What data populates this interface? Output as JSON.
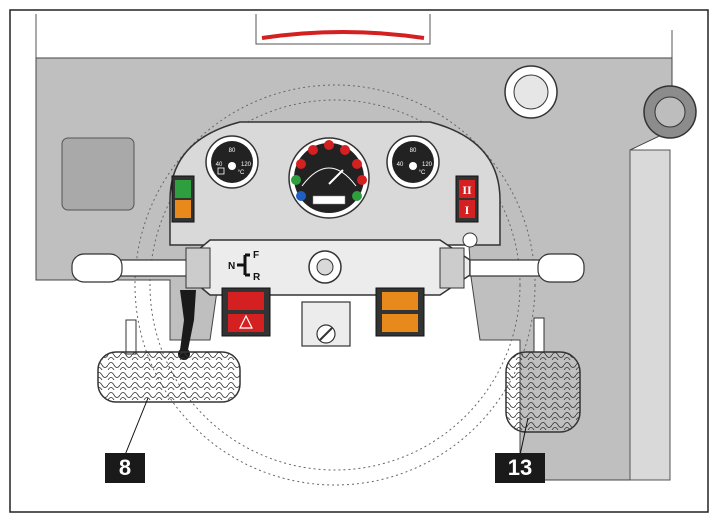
{
  "callouts": {
    "left_pedal": "8",
    "right_pedal": "13"
  },
  "shuttle_lever": {
    "forward": "F",
    "neutral": "N",
    "reverse": "R"
  },
  "gauges": {
    "left_min": "40",
    "left_mid": "80",
    "left_max": "120",
    "left_unit": "°C",
    "right_min": "40",
    "right_mid": "80",
    "right_max": "120",
    "right_unit": "°C"
  },
  "range_switch": {
    "high": "II",
    "low": "I"
  },
  "colors": {
    "panel_gray": "#d9d9d9",
    "dash_dark": "#bfbfbf",
    "warning_red": "#d42020",
    "indicator_green": "#2e9e3e",
    "indicator_orange": "#e8891c",
    "indicator_blue": "#1f5fc4"
  },
  "icons": {
    "light_switch": "headlight-icon",
    "work_light": "work-light-icon",
    "parking_brake": "parking-brake-icon",
    "hazard": "hazard-triangle-icon",
    "diff_lock": "differential-lock-icon",
    "beacon": "beacon-icon",
    "steering_mode": "steering-mode-icon"
  }
}
